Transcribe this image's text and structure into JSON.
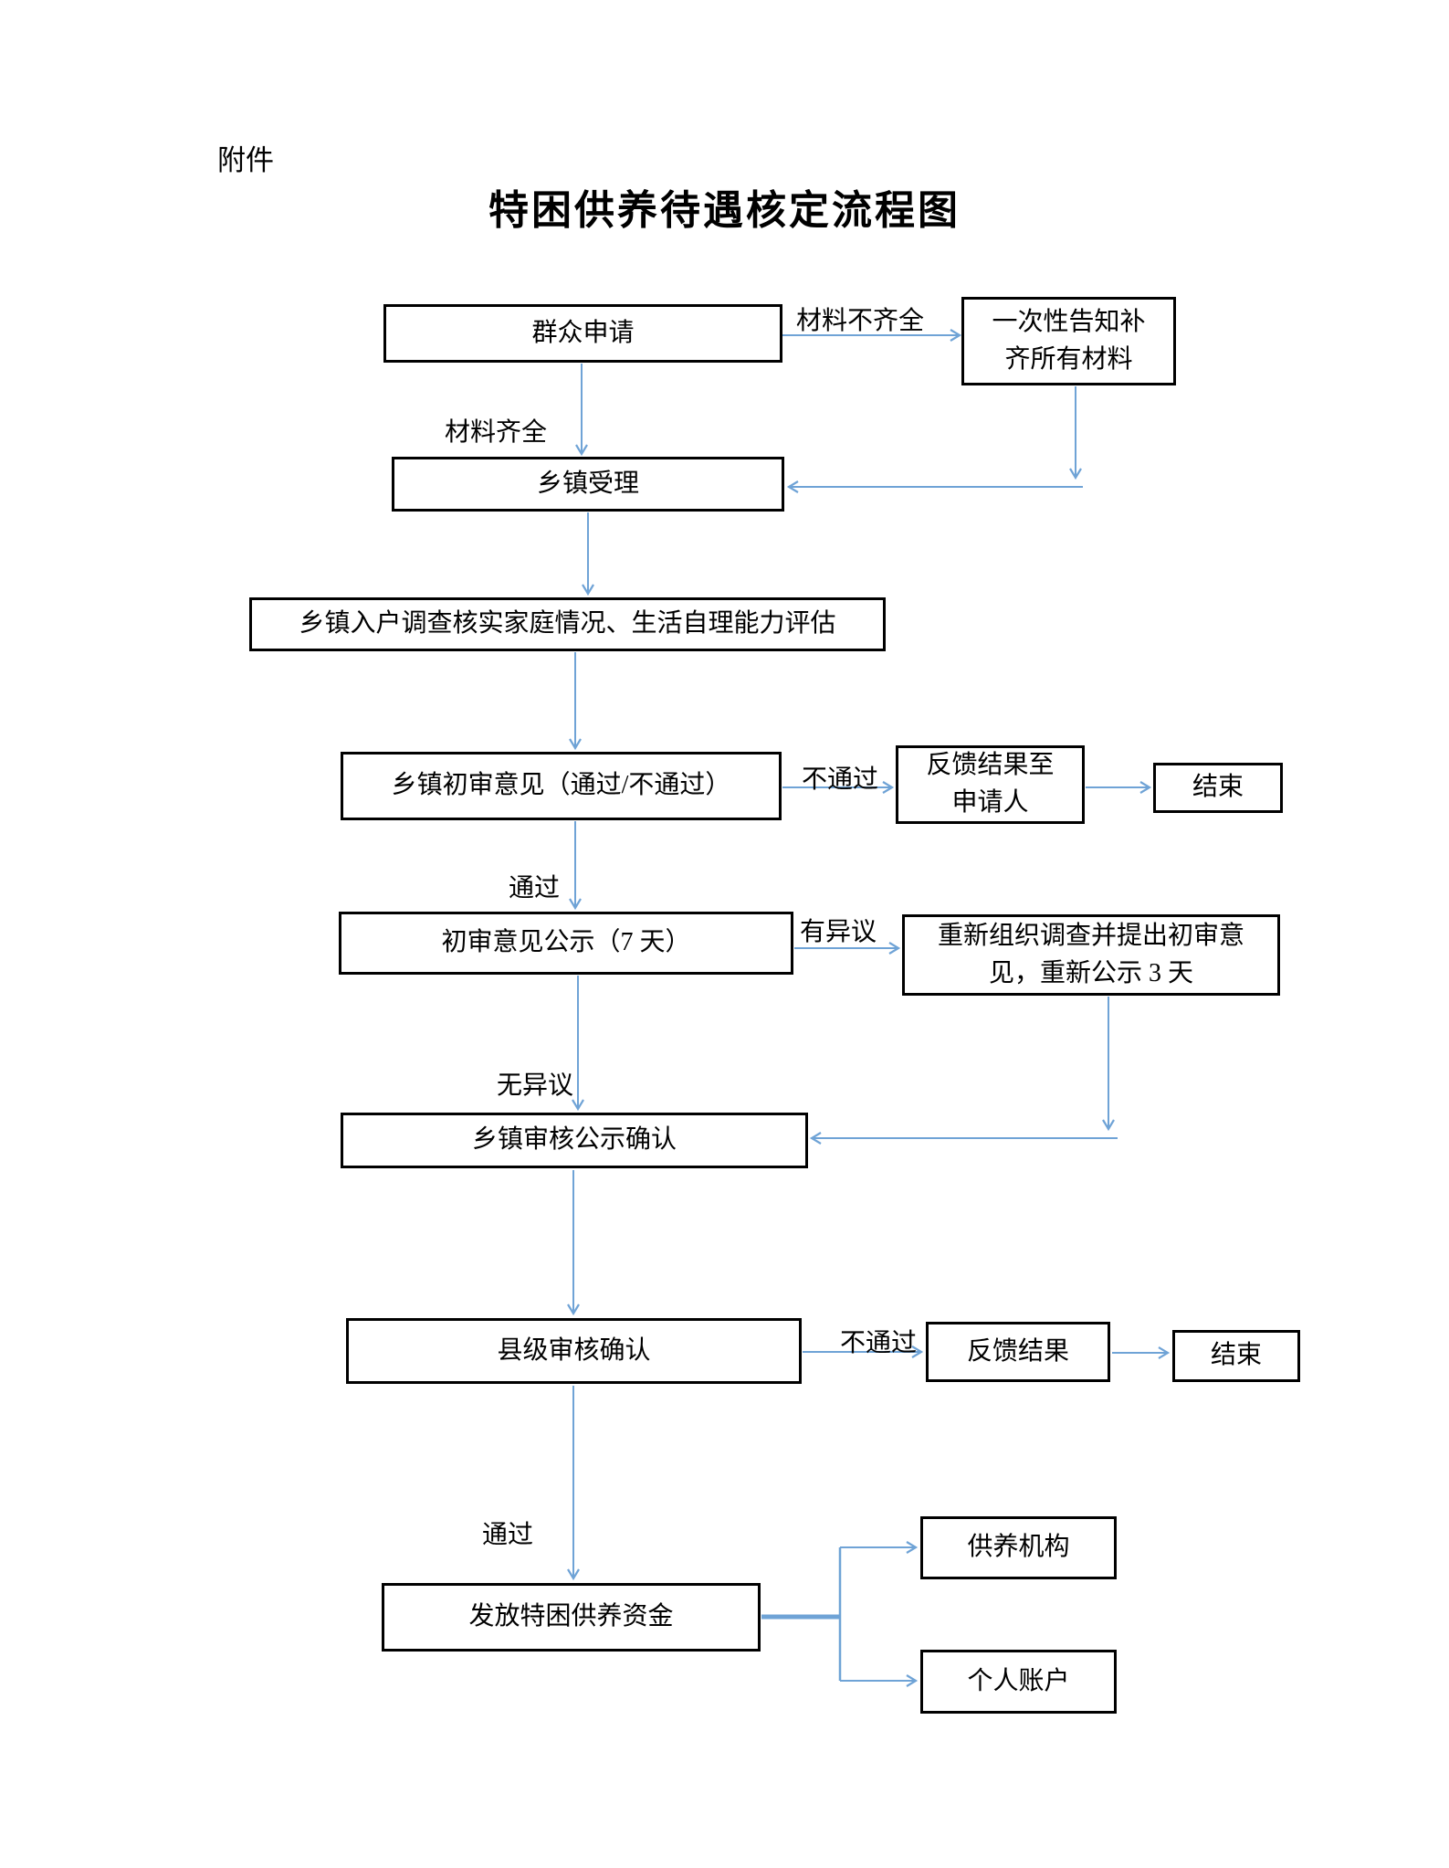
{
  "page": {
    "attachment_label": "附件",
    "title": "特困供养待遇核定流程图"
  },
  "colors": {
    "connector_blue": "#6FA3D6",
    "box_border": "#000000",
    "text": "#000000",
    "background": "#FFFFFF"
  },
  "nodes": {
    "apply": {
      "label": "群众申请"
    },
    "notify": {
      "label": "一次性告知补\n齐所有材料"
    },
    "accept": {
      "label": "乡镇受理"
    },
    "investigate": {
      "label": "乡镇入户调查核实家庭情况、生活自理能力评估"
    },
    "initial_review": {
      "label": "乡镇初审意见（通过/不通过）"
    },
    "feedback_applicant": {
      "label": "反馈结果至\n申请人"
    },
    "end_1": {
      "label": "结束"
    },
    "publicity": {
      "label": "初审意见公示（7 天）"
    },
    "reinvestigate": {
      "label": "重新组织调查并提出初审意\n见，重新公示 3 天"
    },
    "township_confirm": {
      "label": "乡镇审核公示确认"
    },
    "county_confirm": {
      "label": "县级审核确认"
    },
    "feedback_result": {
      "label": "反馈结果"
    },
    "end_2": {
      "label": "结束"
    },
    "grant": {
      "label": "发放特困供养资金"
    },
    "institution": {
      "label": "供养机构"
    },
    "personal_account": {
      "label": "个人账户"
    }
  },
  "edge_labels": {
    "material_incomplete": "材料不齐全",
    "material_complete": "材料齐全",
    "initial_fail": "不通过",
    "initial_pass": "通过",
    "objection": "有异议",
    "no_objection": "无异议",
    "county_fail": "不通过",
    "county_pass": "通过"
  }
}
